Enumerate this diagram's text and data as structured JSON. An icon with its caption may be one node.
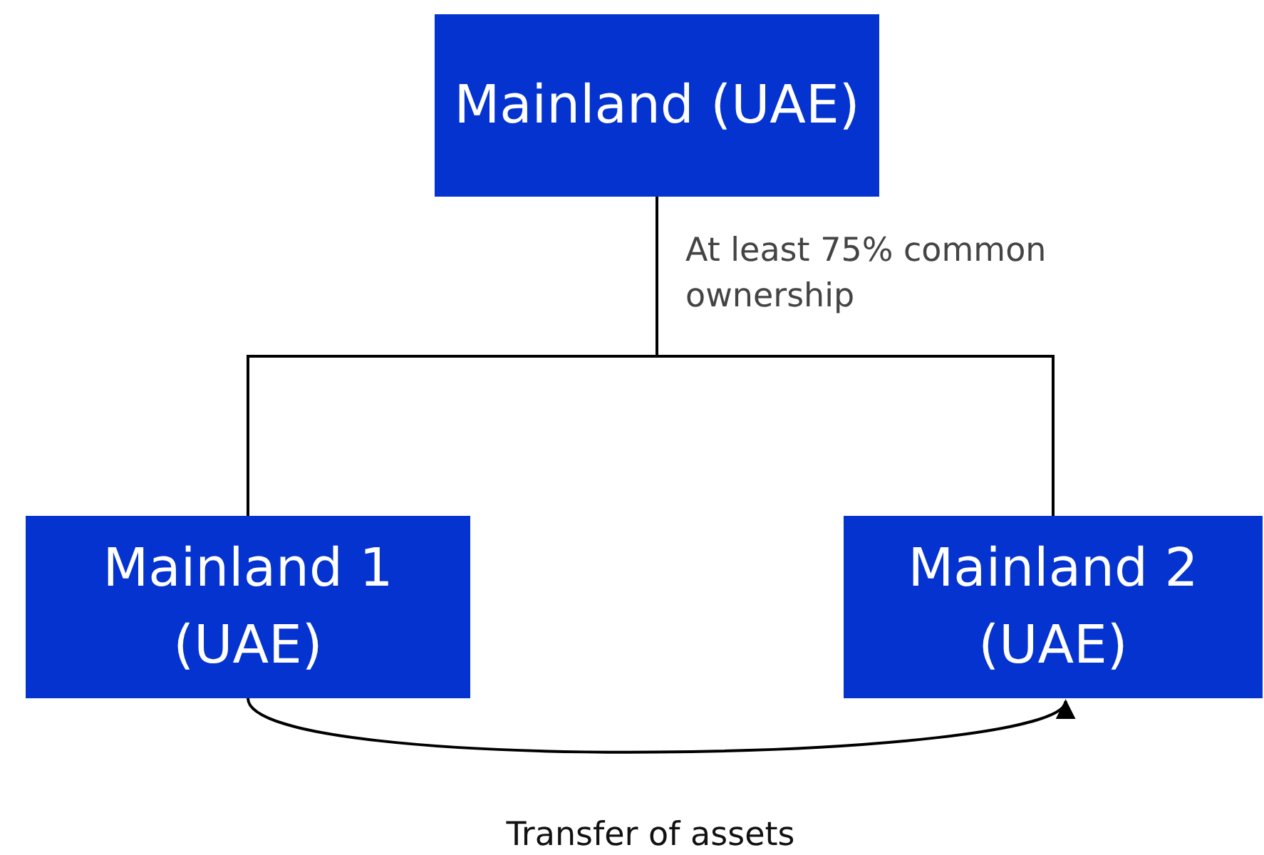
{
  "diagram": {
    "nodes": [
      {
        "text": [
          "Mainland (UAE)"
        ]
      },
      {
        "text": [
          "Mainland 1 (UAE)"
        ]
      },
      {
        "text": [
          "Mainland 2 (UAE)"
        ]
      }
    ],
    "edges": [
      {
        "from": 0,
        "to": 1,
        "arrow": "none",
        "label": "At least 75% common ownership"
      },
      {
        "from": 0,
        "to": 2,
        "arrow": "none"
      },
      {
        "from": 1,
        "to": 2,
        "arrow": "to",
        "label": "Transfer of assets"
      }
    ]
  }
}
